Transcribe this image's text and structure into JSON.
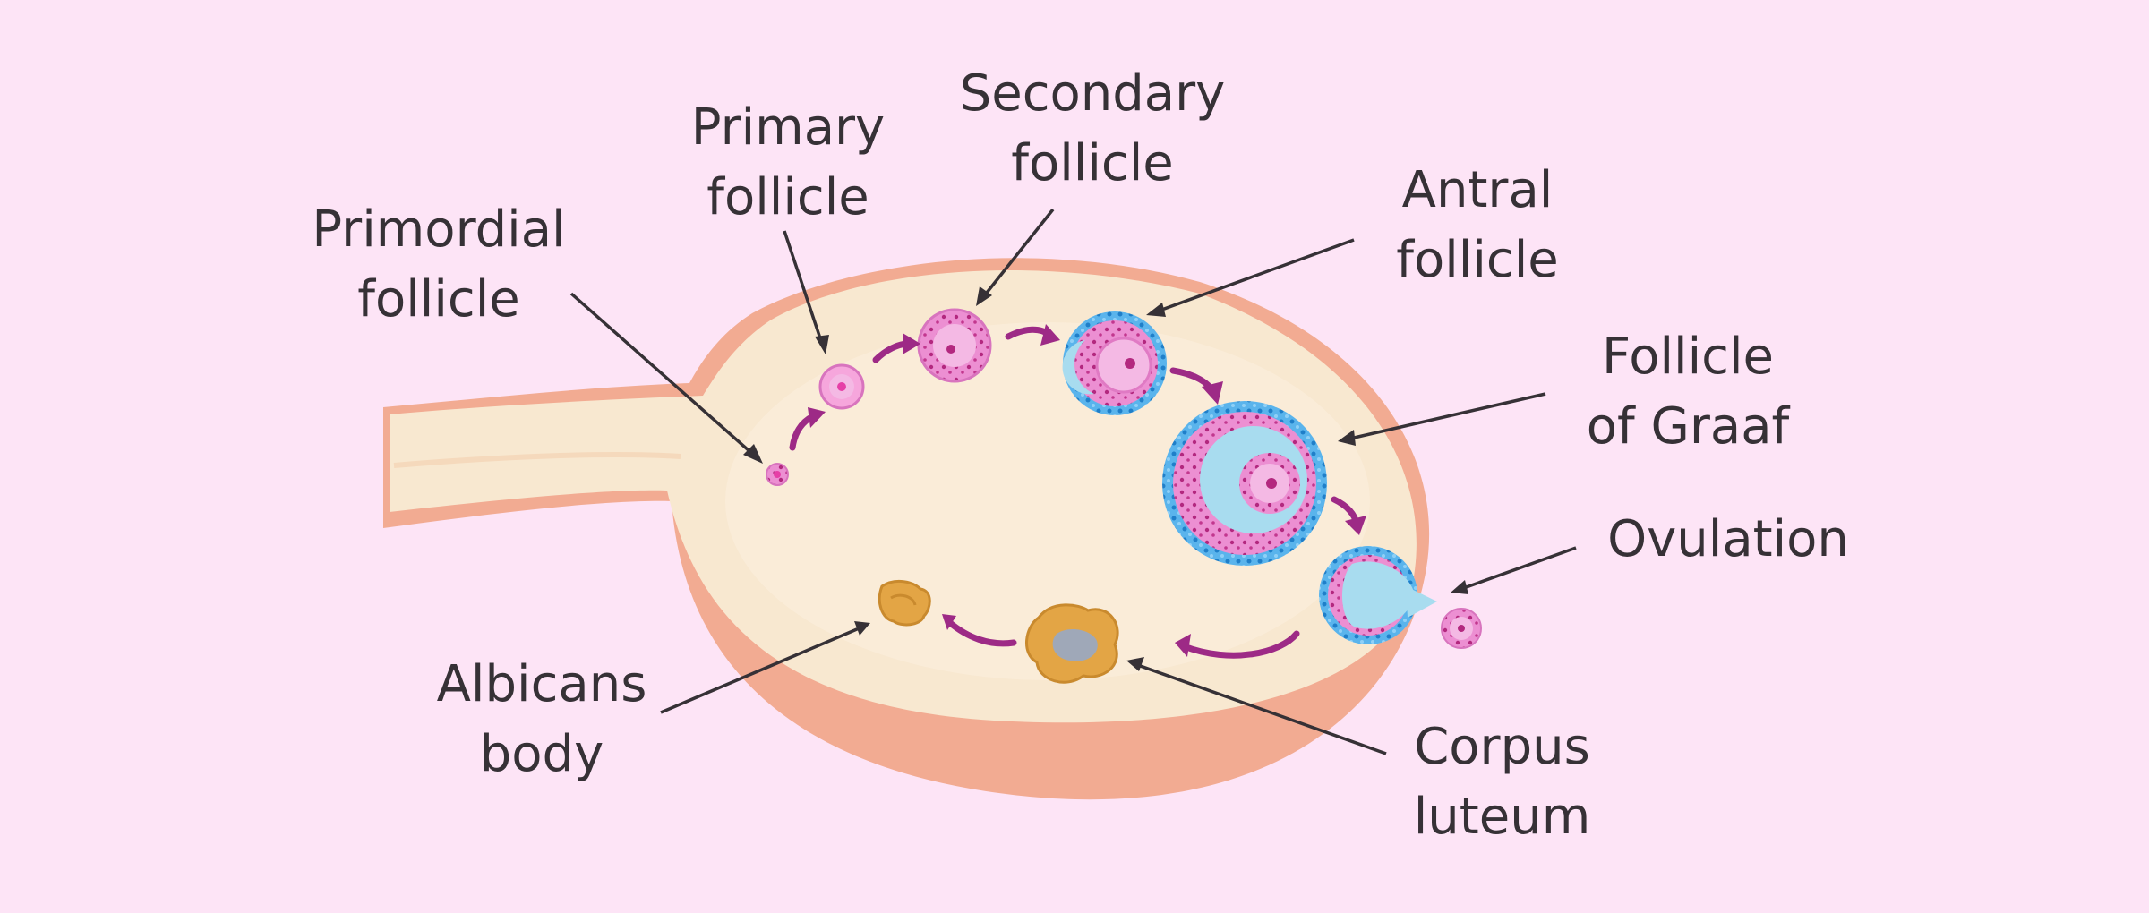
{
  "colors": {
    "background": "#fde4f6",
    "ovary_outer": "#f2ab92",
    "ovary_inner": "#f8e8d0",
    "arrow": "#9d2a86",
    "pointer": "#363136",
    "follicle_pink": "#ec8fd2",
    "oocyte": "#e63fa7",
    "antrum": "#a8dcef",
    "theca_blue": "#3b9fe0",
    "corpus": "#e3a545"
  },
  "labels": {
    "primordial": [
      "Primordial",
      "follicle"
    ],
    "primary": [
      "Primary",
      "follicle"
    ],
    "secondary": [
      "Secondary",
      "follicle"
    ],
    "antral": [
      "Antral",
      "follicle"
    ],
    "graaf": [
      "Follicle",
      "of Graaf"
    ],
    "ovulation": [
      "Ovulation"
    ],
    "albicans": [
      "Albicans",
      "body"
    ],
    "luteum": [
      "Corpus",
      "luteum"
    ]
  }
}
